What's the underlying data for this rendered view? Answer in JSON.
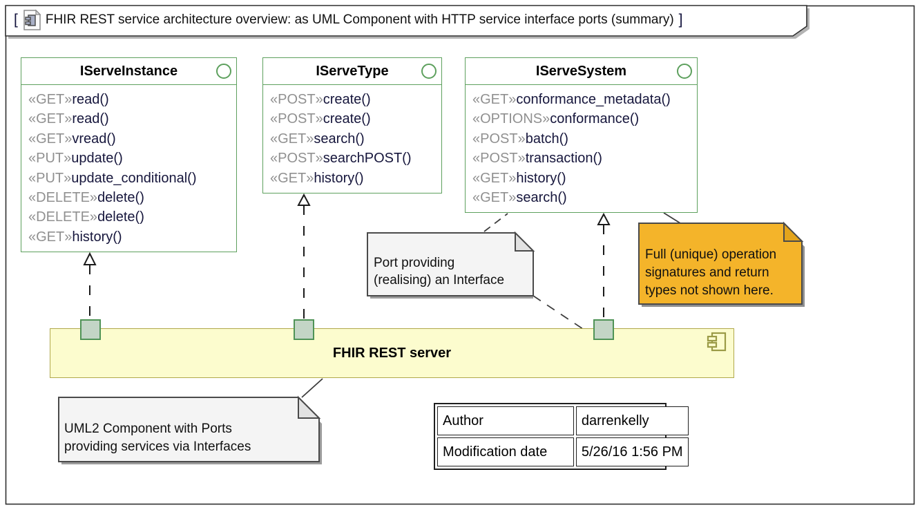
{
  "frame": {
    "bracket_open": "[",
    "bracket_close": "]",
    "title": "FHIR REST service architecture overview: as UML Component with HTTP service interface ports (summary)"
  },
  "interfaces": [
    {
      "name": "IServeInstance",
      "ops": [
        {
          "m": "«GET»",
          "n": "read()"
        },
        {
          "m": "«GET»",
          "n": "read()"
        },
        {
          "m": "«GET»",
          "n": "vread()"
        },
        {
          "m": "«PUT»",
          "n": "update()"
        },
        {
          "m": "«PUT»",
          "n": "update_conditional()"
        },
        {
          "m": "«DELETE»",
          "n": "delete()"
        },
        {
          "m": "«DELETE»",
          "n": "delete()"
        },
        {
          "m": "«GET»",
          "n": "history()"
        }
      ]
    },
    {
      "name": "IServeType",
      "ops": [
        {
          "m": "«POST»",
          "n": "create()"
        },
        {
          "m": "«POST»",
          "n": "create()"
        },
        {
          "m": "«GET»",
          "n": "search()"
        },
        {
          "m": "«POST»",
          "n": "searchPOST()"
        },
        {
          "m": "«GET»",
          "n": "history()"
        }
      ]
    },
    {
      "name": "IServeSystem",
      "ops": [
        {
          "m": "«GET»",
          "n": "conformance_metadata()"
        },
        {
          "m": "«OPTIONS»",
          "n": "conformance()"
        },
        {
          "m": "«POST»",
          "n": "batch()"
        },
        {
          "m": "«POST»",
          "n": "transaction()"
        },
        {
          "m": "«GET»",
          "n": "history()"
        },
        {
          "m": "«GET»",
          "n": "search()"
        }
      ]
    }
  ],
  "component": {
    "label": "FHIR REST server"
  },
  "notes": {
    "port_note": "Port providing\n(realising) an Interface",
    "signature_note": "Full (unique) operation\nsignatures and return\ntypes not shown here.",
    "component_note": "UML2 Component with Ports\nproviding services via Interfaces"
  },
  "info_table": {
    "rows": [
      {
        "key": "Author",
        "value": "darrenkelly"
      },
      {
        "key": "Modification date",
        "value": "5/26/16 1:56 PM"
      }
    ]
  },
  "colors": {
    "interface_border": "#5da05d",
    "stereotype_text": "#909090",
    "operation_text": "#16163c",
    "component_fill": "#fcfcce",
    "component_border": "#b0a84b",
    "port_fill": "#c3d5c6",
    "port_border": "#4f9356",
    "note_fill": "#f4f4f4",
    "highlight_note_fill": "#f4b42a"
  }
}
